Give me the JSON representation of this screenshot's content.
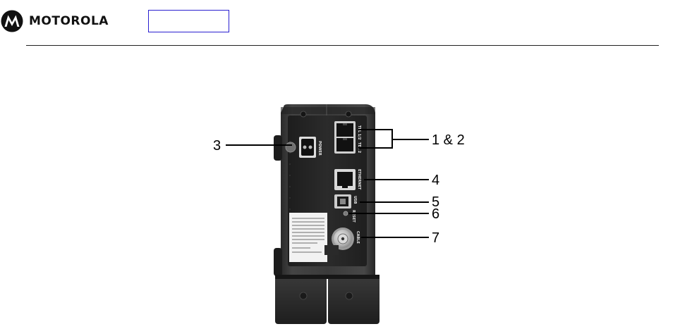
{
  "header": {
    "brand": "MOTOROLA",
    "logo_icon": "motorola-batwing-logo-icon",
    "nav_box_color": "#2a1fd0"
  },
  "figure": {
    "ports": {
      "power": "POWER",
      "tel_1_2": "TEL 1/2",
      "tel_2": "TEL 2",
      "ethernet": "ETHERNET",
      "usb": "USB",
      "reset": "RESET",
      "cable": "CABLE"
    },
    "callouts": [
      "3",
      "1 & 2",
      "4",
      "5",
      "6",
      "7"
    ]
  }
}
